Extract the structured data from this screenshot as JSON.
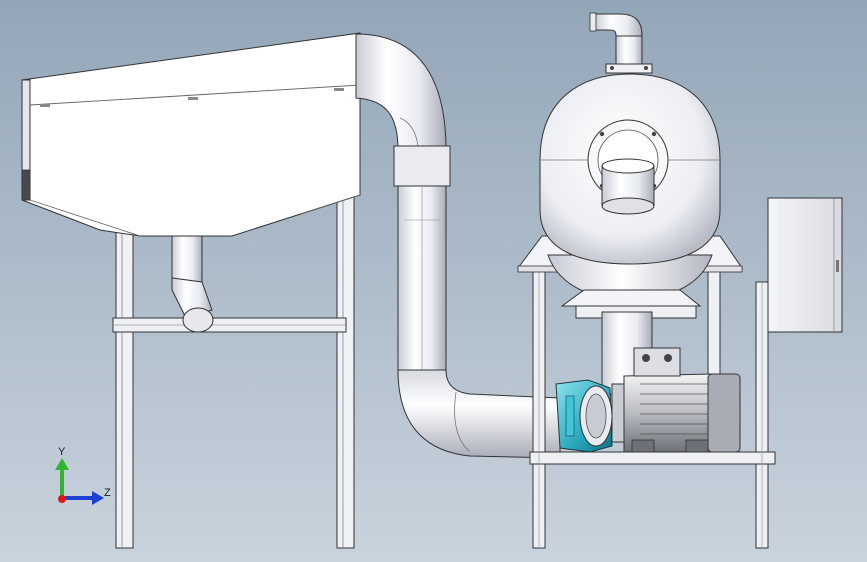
{
  "view": {
    "background_top": "#93a6b8",
    "background_bottom": "#c9d3dd"
  },
  "triad": {
    "y_label": "Y",
    "z_label": "Z",
    "y_color": "#2fb52f",
    "z_color": "#1c3fd8",
    "x_color": "#e01616"
  },
  "assembly": {
    "parts": [
      "hopper",
      "left-stand",
      "drop-pipe",
      "duct-elbow",
      "vertical-duct",
      "lower-elbow",
      "cyclone-separator",
      "outlet-elbow",
      "right-stand",
      "blower-fan",
      "electric-motor",
      "control-cabinet"
    ]
  }
}
